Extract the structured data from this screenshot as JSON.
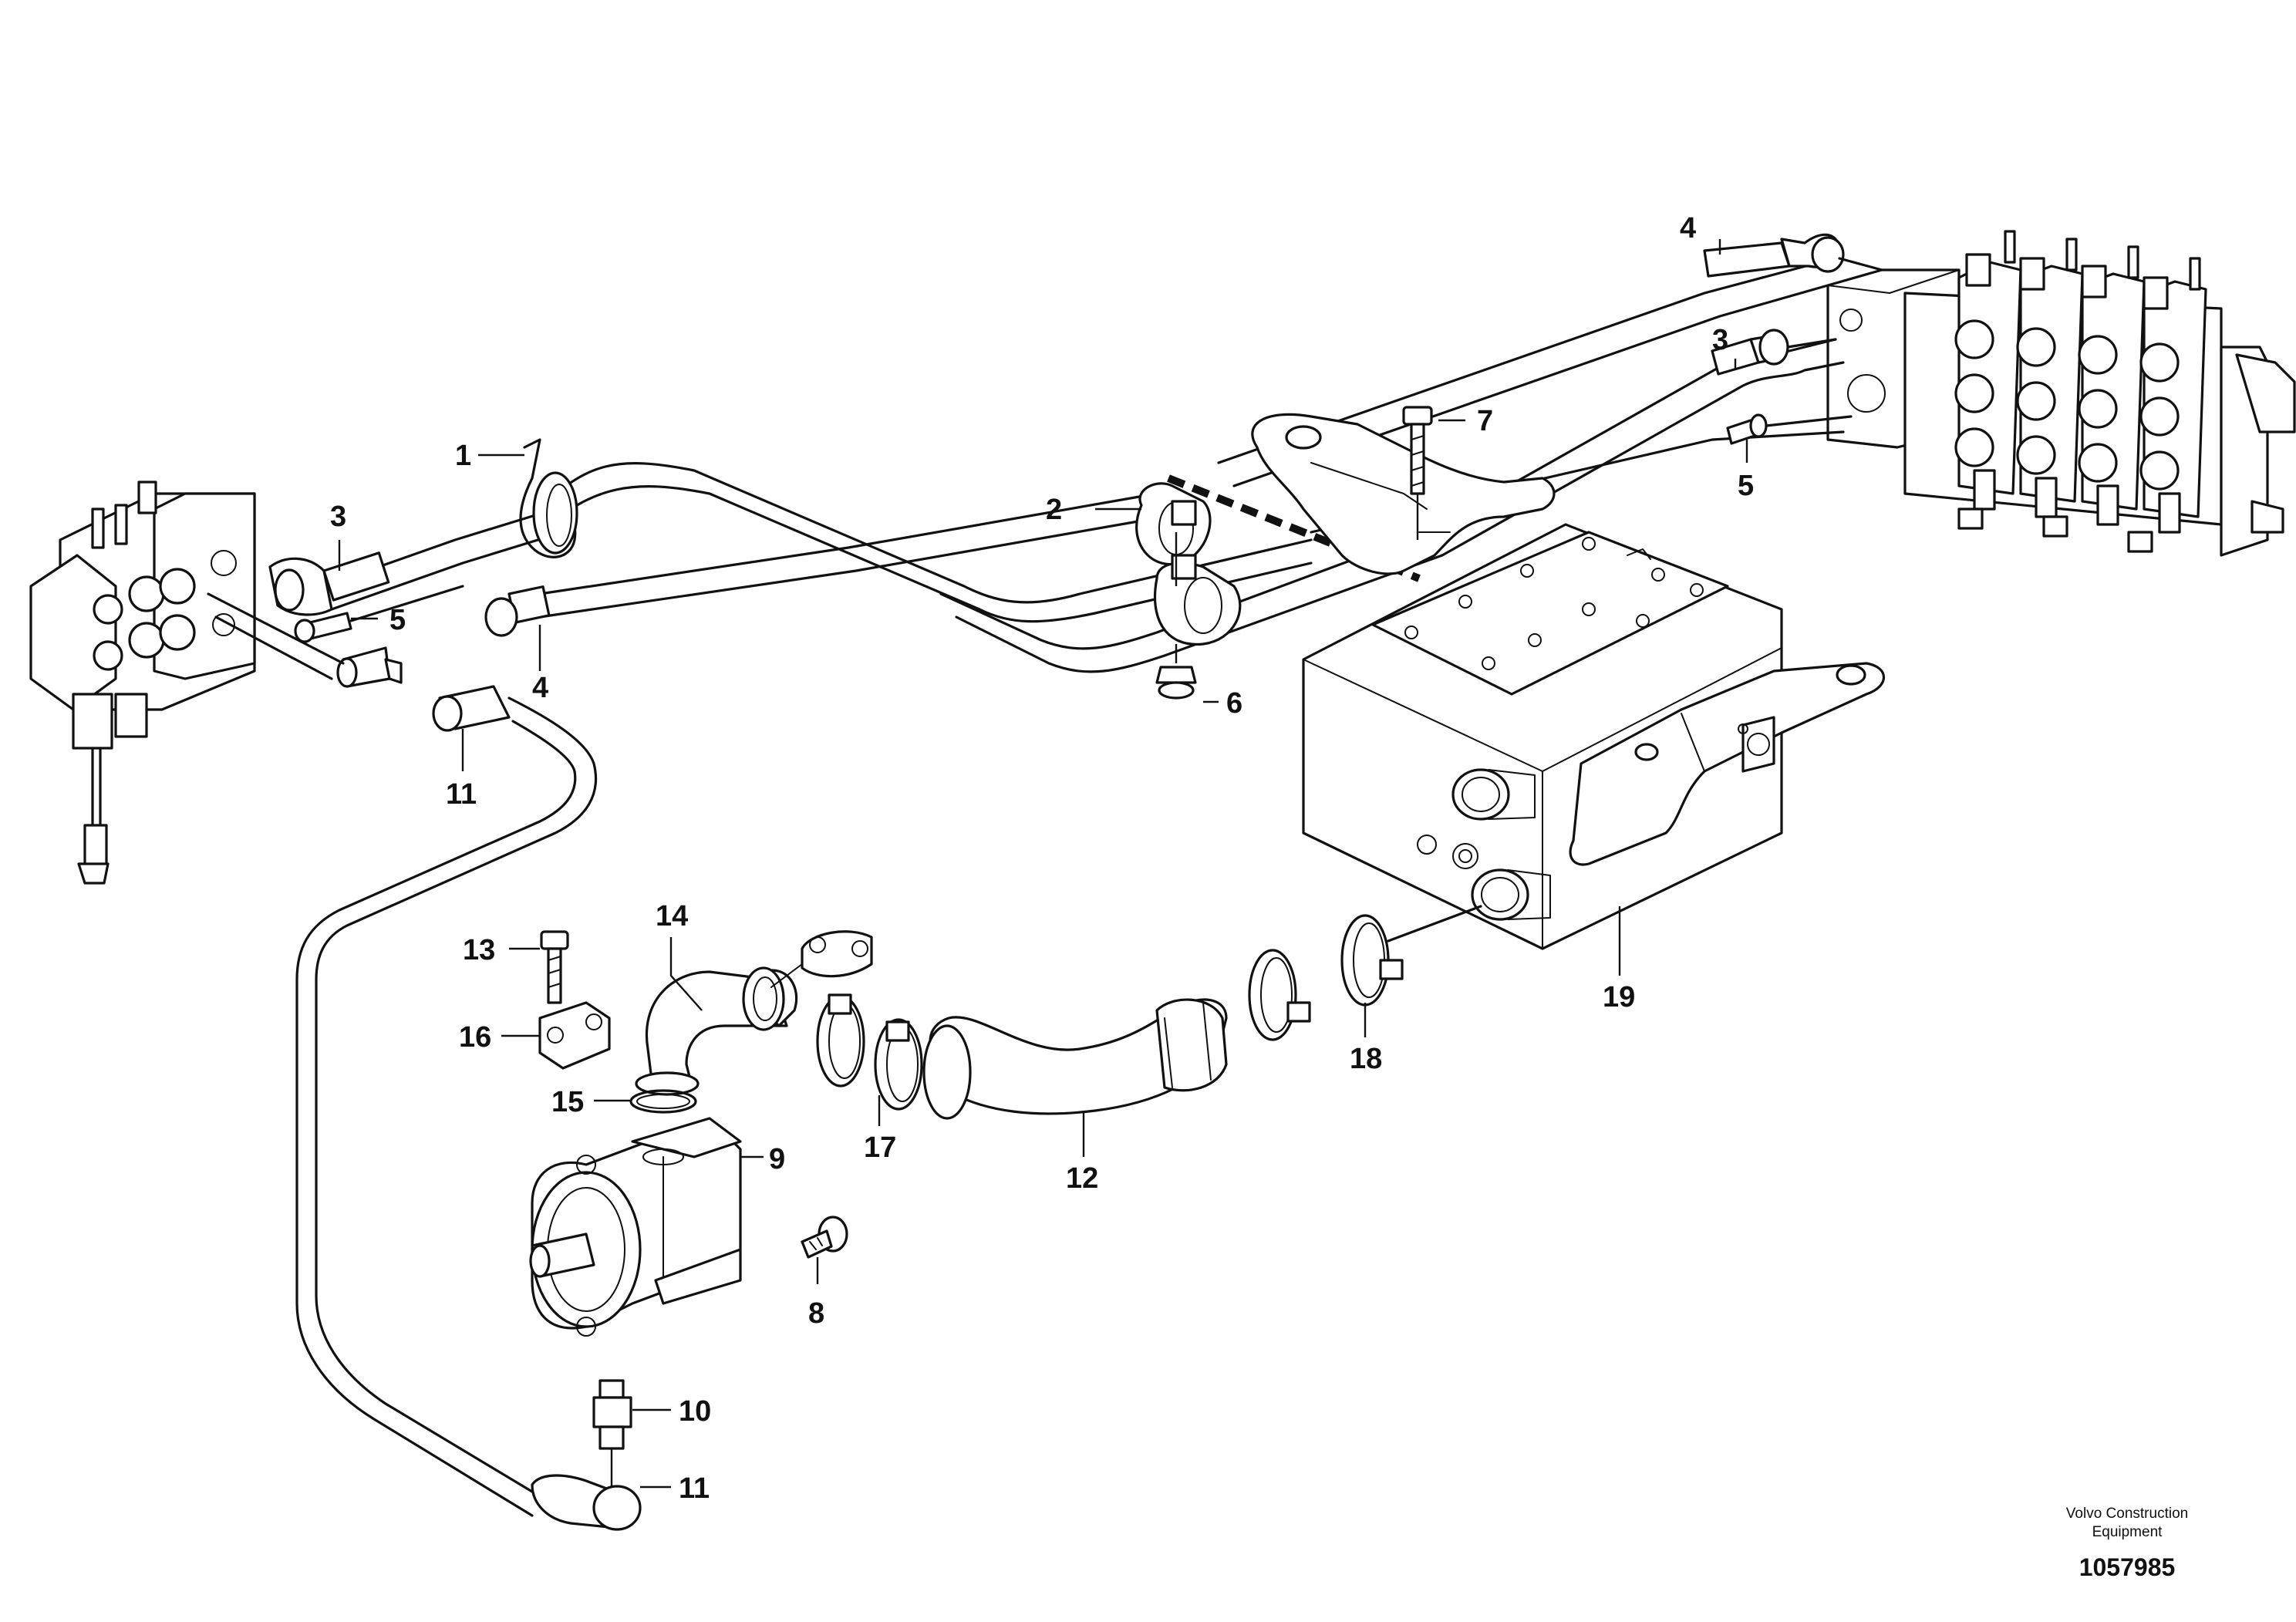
{
  "callouts": {
    "c1": "1",
    "c2": "2",
    "c3a": "3",
    "c3b": "3",
    "c4a": "4",
    "c4b": "4",
    "c5a": "5",
    "c5b": "5",
    "c6": "6",
    "c7": "7",
    "c8": "8",
    "c9": "9",
    "c10": "10",
    "c11a": "11",
    "c11b": "11",
    "c12": "12",
    "c13": "13",
    "c14": "14",
    "c15": "15",
    "c16": "16",
    "c17": "17",
    "c18": "18",
    "c19": "19"
  },
  "footer": {
    "brand_line1": "Volvo Construction",
    "brand_line2": "Equipment",
    "figure_number": "1057985"
  }
}
